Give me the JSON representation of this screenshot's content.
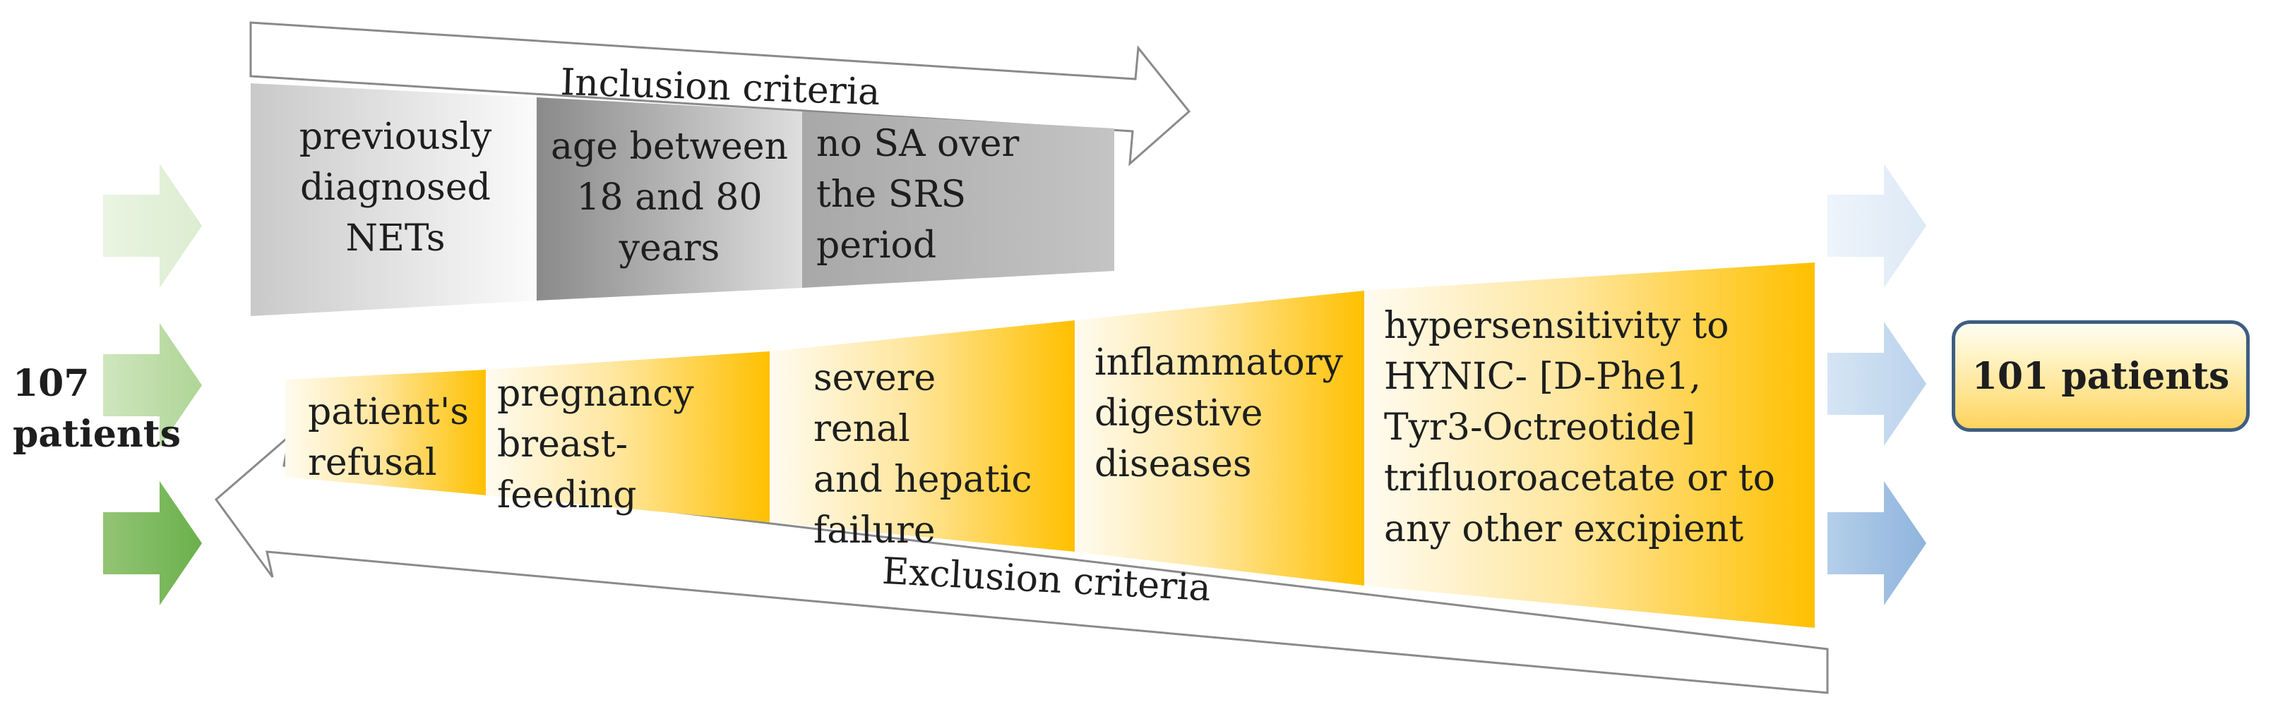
{
  "diagram": {
    "start": "107 patients",
    "end": "101 patients",
    "inclusion": {
      "label": "Inclusion criteria",
      "items": [
        [
          "previously",
          "diagnosed",
          "NETs"
        ],
        [
          "age between",
          "18 and 80",
          "years"
        ],
        [
          "no SA over",
          "the SRS",
          "period"
        ]
      ]
    },
    "exclusion": {
      "label": "Exclusion criteria",
      "items": [
        [
          "patient's",
          "refusal"
        ],
        [
          "pregnancy",
          "breast-feeding"
        ],
        [
          "severe renal",
          "and hepatic",
          "failure"
        ],
        [
          "inflammatory",
          "digestive",
          "diseases"
        ],
        [
          "hypersensitivity to",
          "HYNIC- [D-Phe1,",
          "Tyr3-Octreotide]",
          "trifluoroacetate or to",
          "any other excipient"
        ]
      ]
    },
    "colors": {
      "inclusion_gray": "#9a9a9a",
      "exclusion_orange": "#ffc000",
      "left_arrows_green": "#6ab04c",
      "right_arrows_blue": "#8fb4dc",
      "result_border": "#3e5e82"
    }
  }
}
